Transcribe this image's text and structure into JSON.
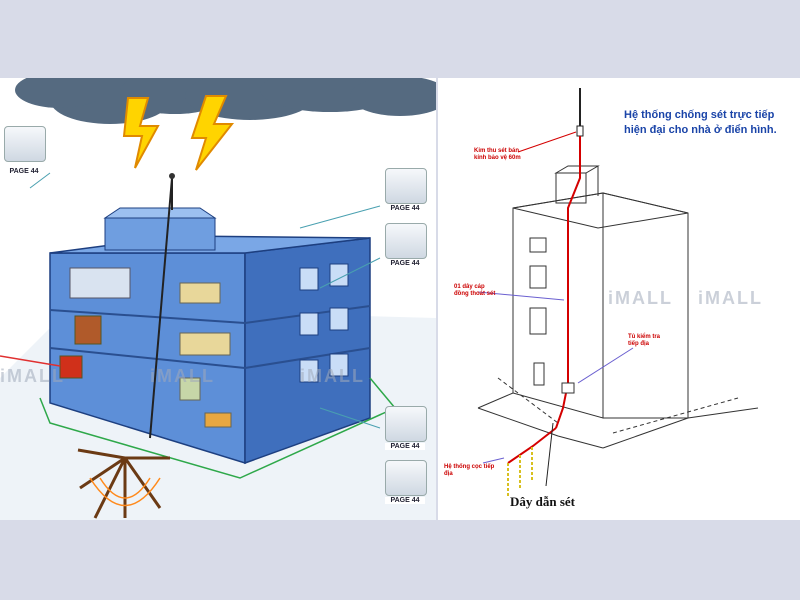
{
  "watermark": "iMALL",
  "left_panel": {
    "page_badges": [
      "PAGE 44",
      "PAGE 44",
      "PAGE 44",
      "PAGE 44",
      "PAGE 44"
    ]
  },
  "right_panel": {
    "title": "Hệ thống chống sét trực tiếp hiện đại cho nhà ở điển hình.",
    "labels": {
      "air_terminal": "Kim thu sét bán kính bảo vệ 60m",
      "down_conductor": "01 dây cáp đồng thoát sét",
      "test_box": "Tủ kiểm tra tiếp địa",
      "grounding": "Hệ thống cọc tiếp địa"
    },
    "caption": "Dây dẫn sét"
  },
  "colors": {
    "accent_red": "#d40000",
    "label_blue": "#1a44a8",
    "building_blue": "#4a7fd0"
  }
}
